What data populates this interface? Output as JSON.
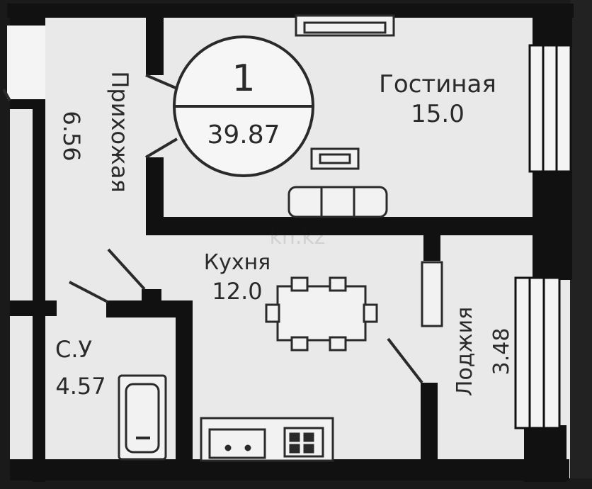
{
  "plan": {
    "unit": {
      "rooms_count": "1",
      "total_area": "39.87"
    },
    "rooms": [
      {
        "name": "Гостиная",
        "area": "15.0"
      },
      {
        "name": "Прихожая",
        "area": "6.56"
      },
      {
        "name": "Кухня",
        "area": "12.0"
      },
      {
        "name": "С.У",
        "area": "4.57"
      },
      {
        "name": "Лоджия",
        "area": "3.48"
      }
    ],
    "watermark": "kn.kz",
    "colors": {
      "wall": "#111111",
      "floor": "#e9e9e9",
      "line": "#2a2a2a",
      "outside": "#1a1a1a"
    }
  }
}
